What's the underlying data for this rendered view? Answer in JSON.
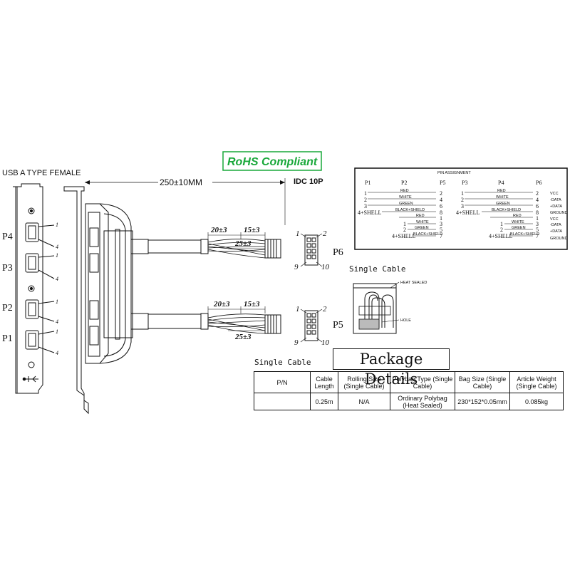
{
  "title_left": "USB A TYPE FEMALE",
  "rohs": "RoHS Compliant",
  "length_dim": "250±10MM",
  "idc_label": "IDC 10P",
  "ports": [
    "P4",
    "P3",
    "P2",
    "P1"
  ],
  "port_pin_top": "1",
  "port_pin_bottom": "4",
  "cable_dims": {
    "a": "20±3",
    "b": "15±3",
    "c": "25±3"
  },
  "connectors": [
    {
      "name": "P6",
      "pins": [
        "1",
        "2",
        "9",
        "10"
      ]
    },
    {
      "name": "P5",
      "pins": [
        "1",
        "2",
        "9",
        "10"
      ]
    }
  ],
  "single_cable_label": "Single Cable",
  "heat_sealed": "HEAT SEALED",
  "hole": "HOLE",
  "pin_assignment": {
    "title": "PIN ASSIGNMENT",
    "headers": [
      "P1",
      "P2",
      "P5",
      "P3",
      "P4",
      "P6"
    ],
    "left_block": {
      "rows_a": [
        {
          "l": "1",
          "wire": "RED",
          "r": "2"
        },
        {
          "l": "2",
          "wire": "WHITE",
          "r": "4"
        },
        {
          "l": "3",
          "wire": "GREEN",
          "r": "6"
        },
        {
          "l": "4+SHELL",
          "wire": "BLACK+SHIELD",
          "r": "8"
        }
      ],
      "rows_b": [
        {
          "l": "",
          "wire": "RED",
          "r": "1"
        },
        {
          "l": "1",
          "wire": "WHITE",
          "r": "3"
        },
        {
          "l": "2",
          "wire": "GREEN",
          "r": "5"
        },
        {
          "l": "4+SHELL",
          "wire": "BLACK+SHIELD",
          "r": "7"
        }
      ]
    },
    "right_block": {
      "rows_a": [
        {
          "l": "1",
          "wire": "RED",
          "r": "2"
        },
        {
          "l": "2",
          "wire": "WHITE",
          "r": "4"
        },
        {
          "l": "3",
          "wire": "GREEN",
          "r": "6"
        },
        {
          "l": "4+SHELL",
          "wire": "BLACK+SHIELD",
          "r": "8"
        }
      ],
      "rows_b": [
        {
          "l": "",
          "wire": "RED",
          "r": "1"
        },
        {
          "l": "1",
          "wire": "WHITE",
          "r": "3"
        },
        {
          "l": "2",
          "wire": "GREEN",
          "r": "5"
        },
        {
          "l": "4+SHELL",
          "wire": "BLACK+SHIELD",
          "r": "7"
        }
      ]
    },
    "signals": [
      "VCC",
      "-DATA",
      "+DATA",
      "GROUND",
      "VCC",
      "-DATA",
      "+DATA",
      "GROUND"
    ]
  },
  "package": {
    "title": "Package Details",
    "single_cable": "Single Cable",
    "headers": [
      "P/N",
      "Cable Length",
      "Rolling Size (Single Cable)",
      "Polybag Type (Single Cable)",
      "Bag Size (Single Cable)",
      "Article Weight (Single Cable)"
    ],
    "row": [
      "",
      "0.25m",
      "N/A",
      "Ordinary Polybag (Heat Sealed)",
      "230*152*0.05mm",
      "0.085kg"
    ]
  },
  "colors": {
    "rohs": "#19a83a",
    "line": "#111111"
  }
}
